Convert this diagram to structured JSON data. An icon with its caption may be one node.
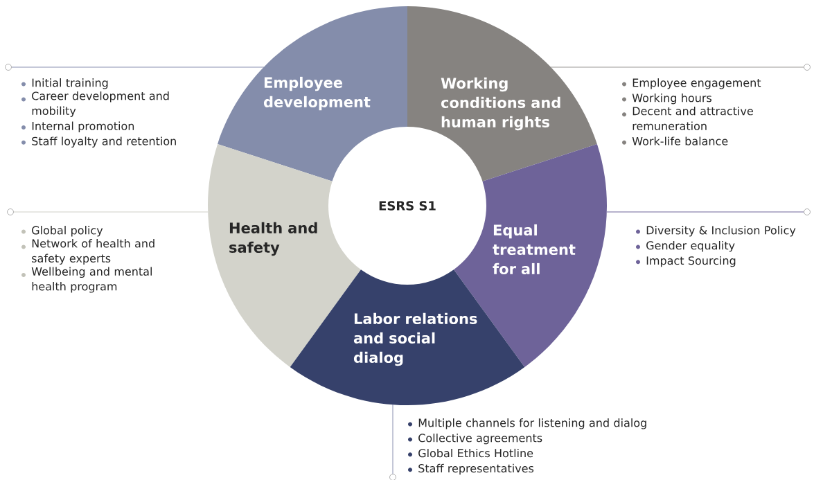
{
  "diagram": {
    "nodes": [
      {
        "text": [
          "Employee development"
        ]
      },
      {
        "text": [
          "Working conditions and human rights"
        ]
      },
      {
        "text": [
          "ESRS S1"
        ]
      },
      {
        "text": [
          "Health and safety"
        ]
      },
      {
        "text": [
          "Equal treatment for all"
        ]
      },
      {
        "text": [
          "Labor relations and social dialog"
        ]
      },
      {
        "text": [],
        "shape": "circle"
      },
      {
        "text": [],
        "shape": "circle"
      },
      {
        "text": [],
        "shape": "circle"
      },
      {
        "text": [],
        "shape": "circle"
      },
      {
        "text": [],
        "shape": "circle"
      }
    ],
    "edges": [
      {
        "from": 0,
        "to": 6,
        "arrow": "none",
        "color": "#8a90b0"
      },
      {
        "from": 1,
        "to": 7,
        "arrow": "none",
        "color": "#9a9896"
      },
      {
        "from": 3,
        "to": 8,
        "arrow": "none",
        "color": "#cfcfc8"
      },
      {
        "from": 4,
        "to": 9,
        "arrow": "none",
        "color": "#6e6399"
      },
      {
        "from": 5,
        "to": 10,
        "arrow": "none",
        "color": "#8a90b0"
      }
    ],
    "labels": [
      "Initial training",
      "Career development and mobility",
      "Internal promotion",
      "Staff loyalty and retention",
      "Employee engagement",
      "Working hours",
      "Decent and attractive remuneration",
      "Work-life balance",
      "Global policy",
      "Network of health and safety experts",
      "Wellbeing and mental health program",
      "Diversity & Inclusion Policy",
      "Gender equality",
      "Impact Sourcing",
      "Multiple channels for listening and dialog",
      "Collective agreements",
      "Global Ethics Hotline",
      "Staff representatives"
    ]
  }
}
